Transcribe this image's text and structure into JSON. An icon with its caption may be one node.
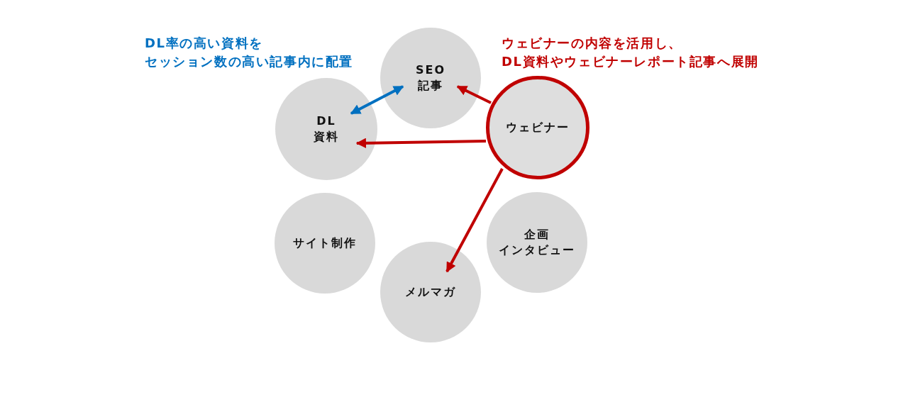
{
  "diagram": {
    "nodes": [
      {
        "text": [
          "SEO記事"
        ]
      },
      {
        "text": [
          "DL資料"
        ]
      },
      {
        "text": [
          "ウェビナー"
        ]
      },
      {
        "text": [
          "サイト制作"
        ]
      },
      {
        "text": [
          "企画インタビュー"
        ]
      },
      {
        "text": [
          "メルマガ"
        ]
      }
    ],
    "edges": [
      {
        "from": 1,
        "to": 0,
        "arrow": "both",
        "color": "#0070c0"
      },
      {
        "from": 2,
        "to": 0,
        "arrow": "to"
      },
      {
        "from": 2,
        "to": 1,
        "arrow": "to"
      },
      {
        "from": 2,
        "to": 5,
        "arrow": "to"
      }
    ],
    "labels": [
      "DL率の高い資料をセッション数の高い記事内に配置",
      "ウェビナーの内容を活用し、DL資料やウェビナーレポート記事へ展開"
    ]
  }
}
